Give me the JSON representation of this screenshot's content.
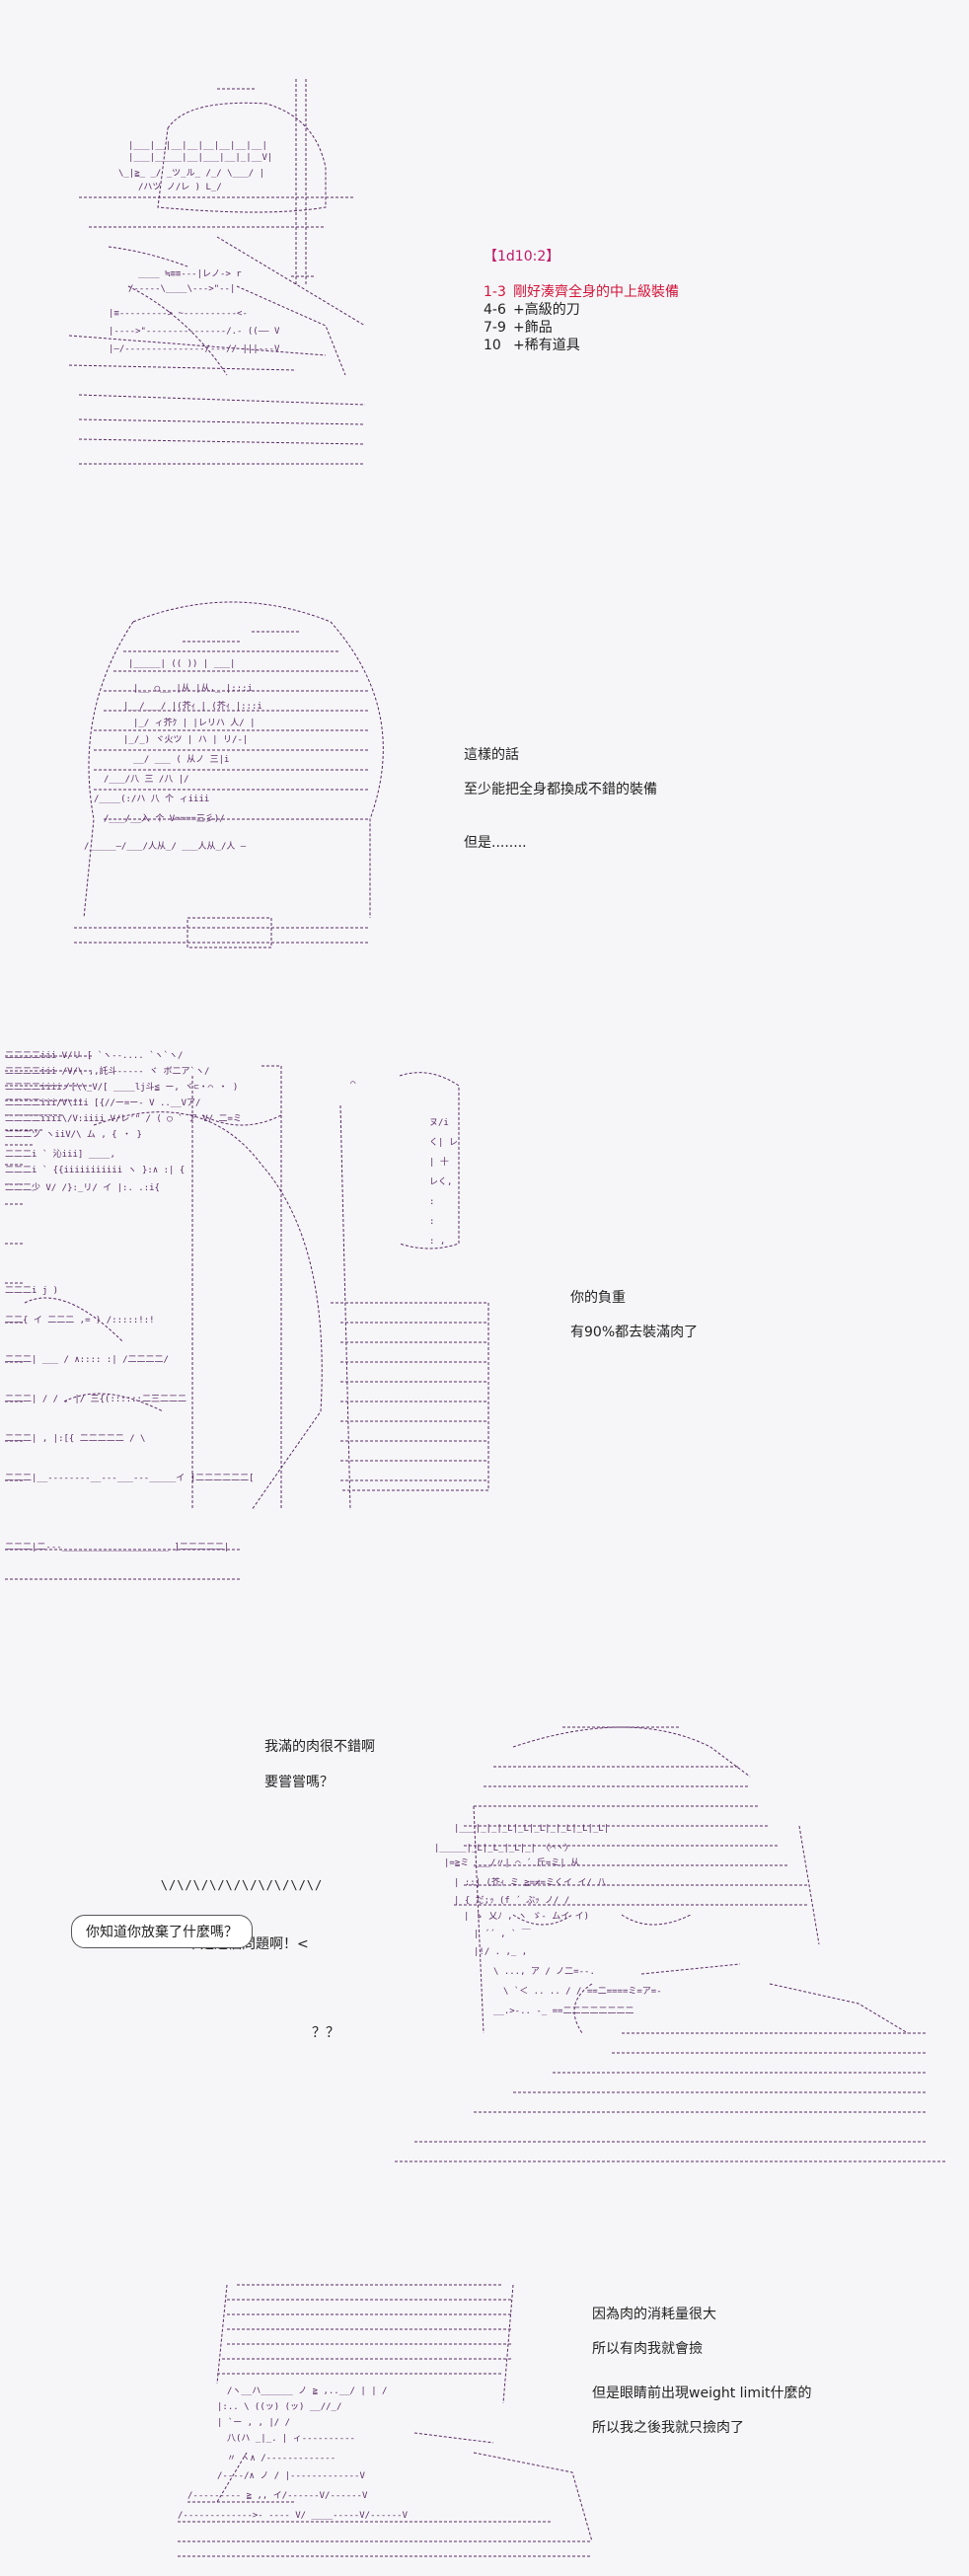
{
  "panels": {
    "p1": {
      "dice_label": "【1d10:2】",
      "table": [
        {
          "range": "1-3",
          "text": "剛好湊齊全身的中上級裝備"
        },
        {
          "range": "4-6",
          "text": "+高級的刀"
        },
        {
          "range": "7-9",
          "text": "+飾品"
        },
        {
          "range": "10",
          "text": "+稀有道具"
        }
      ]
    },
    "p2": {
      "lines": [
        "這樣的話",
        "至少能把全身都換成不錯的裝備",
        "但是........"
      ]
    },
    "p3": {
      "lines": [
        "你的負重",
        "有90%都去裝滿肉了"
      ]
    },
    "p4": {
      "top_lines": [
        "我滿的肉很不錯啊",
        "要嘗嘗嗎？"
      ],
      "shout": "不是這個問題啊！",
      "bubble": "你知道你放棄了什麼嗎？",
      "qq": "？？"
    },
    "p5": {
      "lines": [
        "因為肉的消耗量很大",
        "所以有肉我就會撿",
        "但是眼睛前出現weight limit什麼的",
        "所以我之後我就只撿肉了"
      ]
    }
  },
  "colors": {
    "art": "#5a2a66",
    "accent_red": "#d4143a",
    "accent_pink": "#c0186a",
    "background": "#f6f6f8"
  }
}
